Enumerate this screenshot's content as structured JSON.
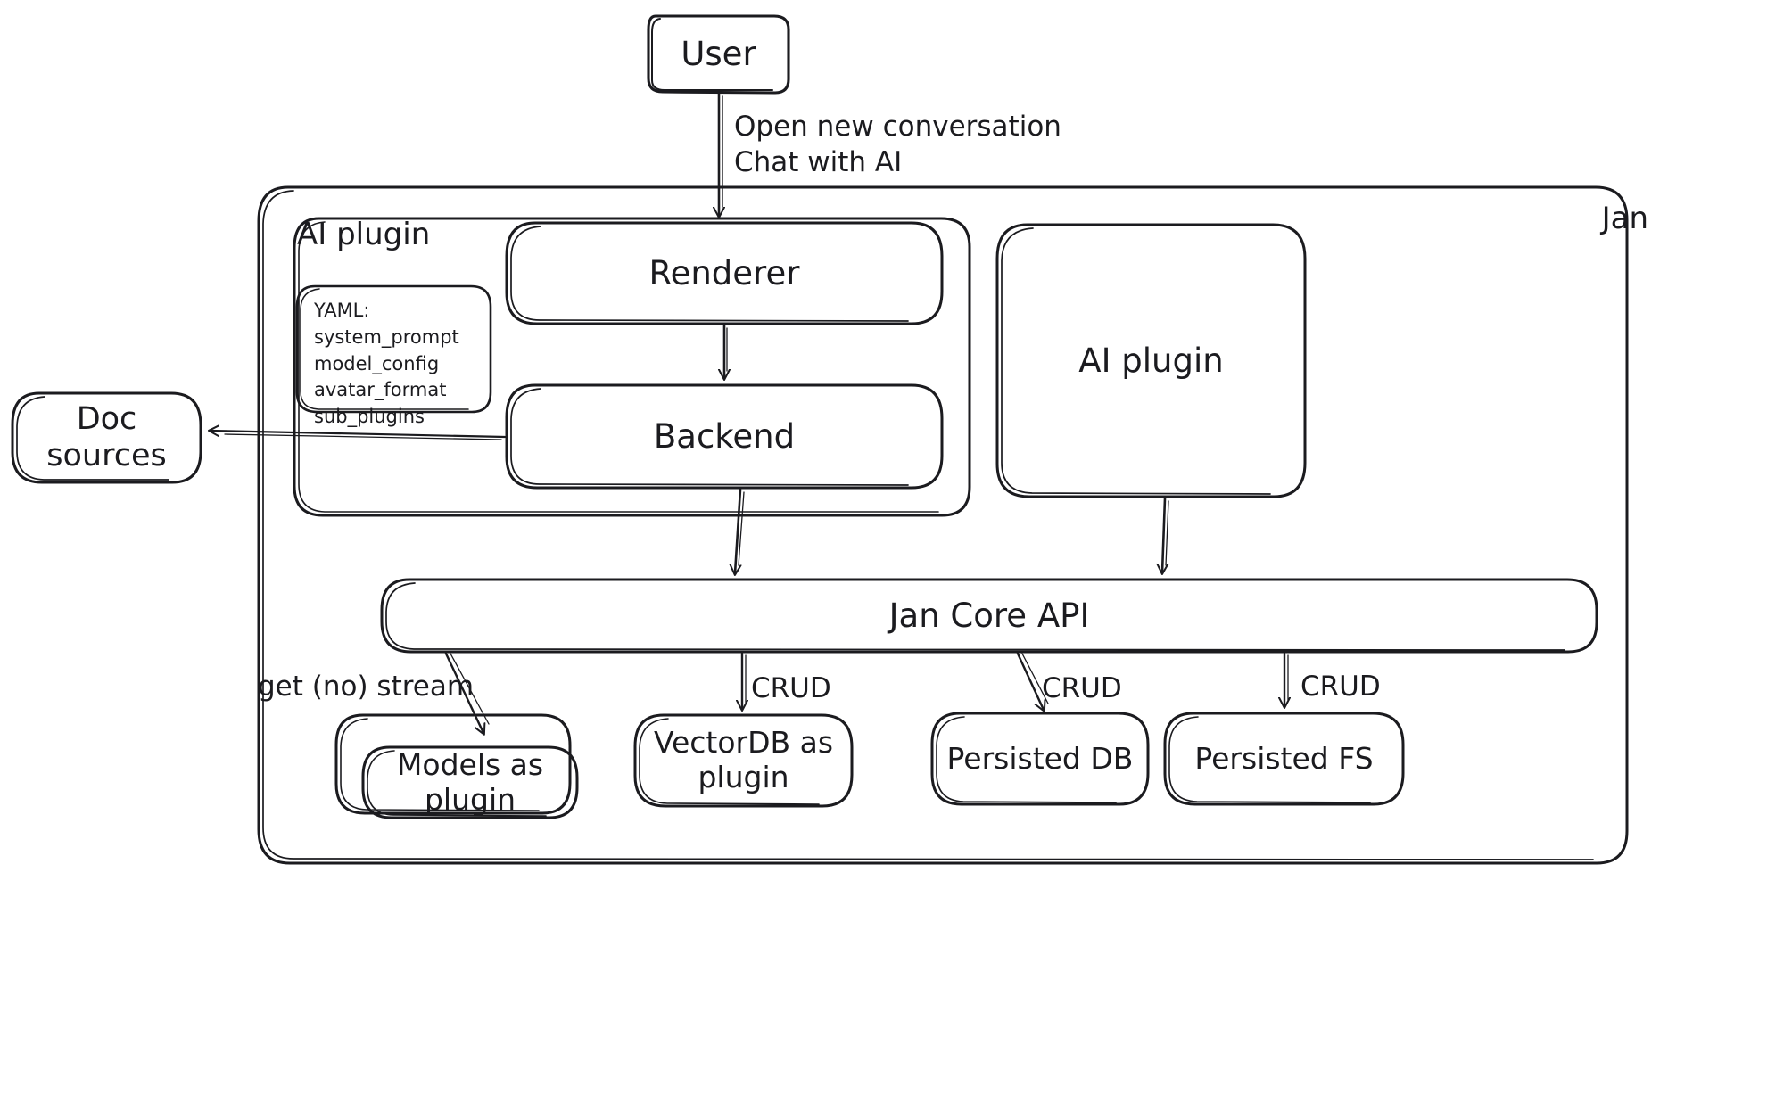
{
  "diagram": {
    "title_tag": "Jan",
    "style": "hand-drawn architecture diagram",
    "stroke_color": "#1b1b1f",
    "background_color": "#ffffff"
  },
  "containers": {
    "jan": {
      "label": "Jan"
    },
    "ai_plugin_group": {
      "label": "AI plugin"
    }
  },
  "nodes": {
    "user": {
      "label": "User"
    },
    "renderer": {
      "label": "Renderer"
    },
    "backend": {
      "label": "Backend"
    },
    "ai_plugin": {
      "label": "AI plugin"
    },
    "doc_sources": {
      "label": "Doc sources"
    },
    "jan_core_api": {
      "label": "Jan Core API"
    },
    "models_as_plugin": {
      "label": "Models as\nplugin"
    },
    "vectordb_as_plugin": {
      "label": "VectorDB as\nplugin"
    },
    "persisted_db": {
      "label": "Persisted DB"
    },
    "persisted_fs": {
      "label": "Persisted FS"
    }
  },
  "yaml_card": {
    "heading": "YAML:",
    "keys": [
      "system_prompt",
      "model_config",
      "avatar_format",
      "sub_plugins"
    ],
    "text": "YAML:\nsystem_prompt\nmodel_config\navatar_format\nsub_plugins"
  },
  "edges": [
    {
      "id": "user-to-renderer",
      "from": "user",
      "to": "renderer",
      "label": "Open new conversation\nChat with AI"
    },
    {
      "id": "renderer-to-backend",
      "from": "renderer",
      "to": "backend",
      "label": ""
    },
    {
      "id": "backend-to-doc-sources",
      "from": "backend",
      "to": "doc_sources",
      "label": ""
    },
    {
      "id": "backend-to-core-api",
      "from": "backend",
      "to": "jan_core_api",
      "label": ""
    },
    {
      "id": "ai-plugin-to-core-api",
      "from": "ai_plugin",
      "to": "jan_core_api",
      "label": ""
    },
    {
      "id": "core-api-to-models",
      "from": "jan_core_api",
      "to": "models_as_plugin",
      "label": "get (no) stream"
    },
    {
      "id": "core-api-to-vectordb",
      "from": "jan_core_api",
      "to": "vectordb_as_plugin",
      "label": "CRUD"
    },
    {
      "id": "core-api-to-persisted-db",
      "from": "jan_core_api",
      "to": "persisted_db",
      "label": "CRUD"
    },
    {
      "id": "core-api-to-persisted-fs",
      "from": "jan_core_api",
      "to": "persisted_fs",
      "label": "CRUD"
    }
  ],
  "edge_labels": {
    "user_to_renderer": "Open new conversation\nChat with AI",
    "get_no_stream": "get (no) stream",
    "crud_vectordb": "CRUD",
    "crud_persisted_db": "CRUD",
    "crud_persisted_fs": "CRUD"
  }
}
